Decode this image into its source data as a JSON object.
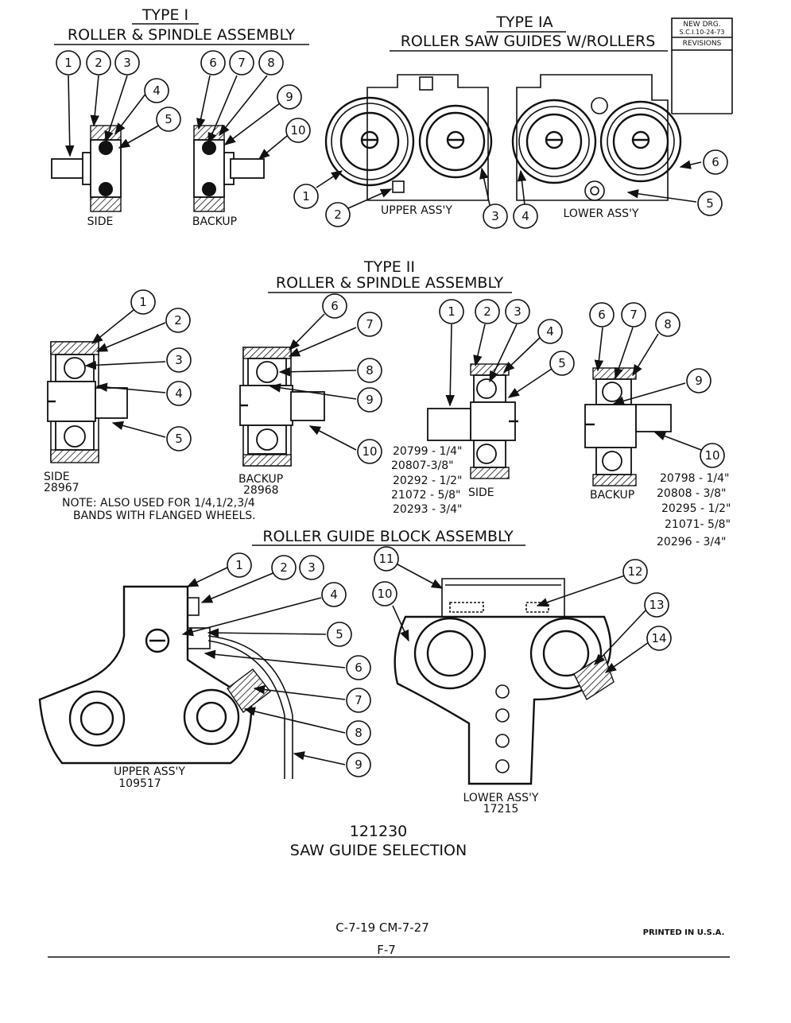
{
  "revision_box": {
    "line1": "NEW DRG.",
    "line2": "S.C.I.10-24-73",
    "line3": "REVISIONS"
  },
  "type1": {
    "title": "TYPE I",
    "subtitle": "ROLLER & SPINDLE ASSEMBLY",
    "side_label": "SIDE",
    "backup_label": "BACKUP"
  },
  "type1a": {
    "title": "TYPE IA",
    "subtitle": "ROLLER SAW GUIDES W/ROLLERS",
    "upper_label": "UPPER ASS'Y",
    "lower_label": "LOWER ASS'Y"
  },
  "type2": {
    "title": "TYPE II",
    "subtitle": "ROLLER & SPINDLE ASSEMBLY",
    "side_label": "SIDE",
    "side_part": "28967",
    "backup_label": "BACKUP",
    "backup_part": "28968",
    "note_line1": "NOTE: ALSO USED FOR 1/4,1/2,3/4",
    "note_line2": "BANDS WITH FLANGED WHEELS.",
    "side2_label": "SIDE",
    "backup2_label": "BACKUP",
    "side_sizes": [
      "20799 - 1/4\"",
      "20807-3/8\"",
      "20292 - 1/2\"",
      "21072 - 5/8\"",
      "20293 - 3/4\""
    ],
    "backup_sizes": [
      "20798 - 1/4\"",
      "20808 - 3/8\"",
      "20295 - 1/2\"",
      "21071- 5/8\"",
      "20296 - 3/4\""
    ]
  },
  "block": {
    "title": "ROLLER GUIDE BLOCK ASSEMBLY",
    "upper_label": "UPPER ASS'Y",
    "upper_part": "109517",
    "lower_label": "LOWER ASS'Y",
    "lower_part": "17215"
  },
  "drawing": {
    "number": "121230",
    "name": "SAW GUIDE SELECTION"
  },
  "footer": {
    "code": "C-7-19 CM-7-27",
    "page": "F-7",
    "printed": "PRINTED IN U.S.A."
  },
  "callouts": [
    "1",
    "2",
    "3",
    "4",
    "5",
    "6",
    "7",
    "8",
    "9",
    "10",
    "11",
    "12",
    "13",
    "14"
  ]
}
